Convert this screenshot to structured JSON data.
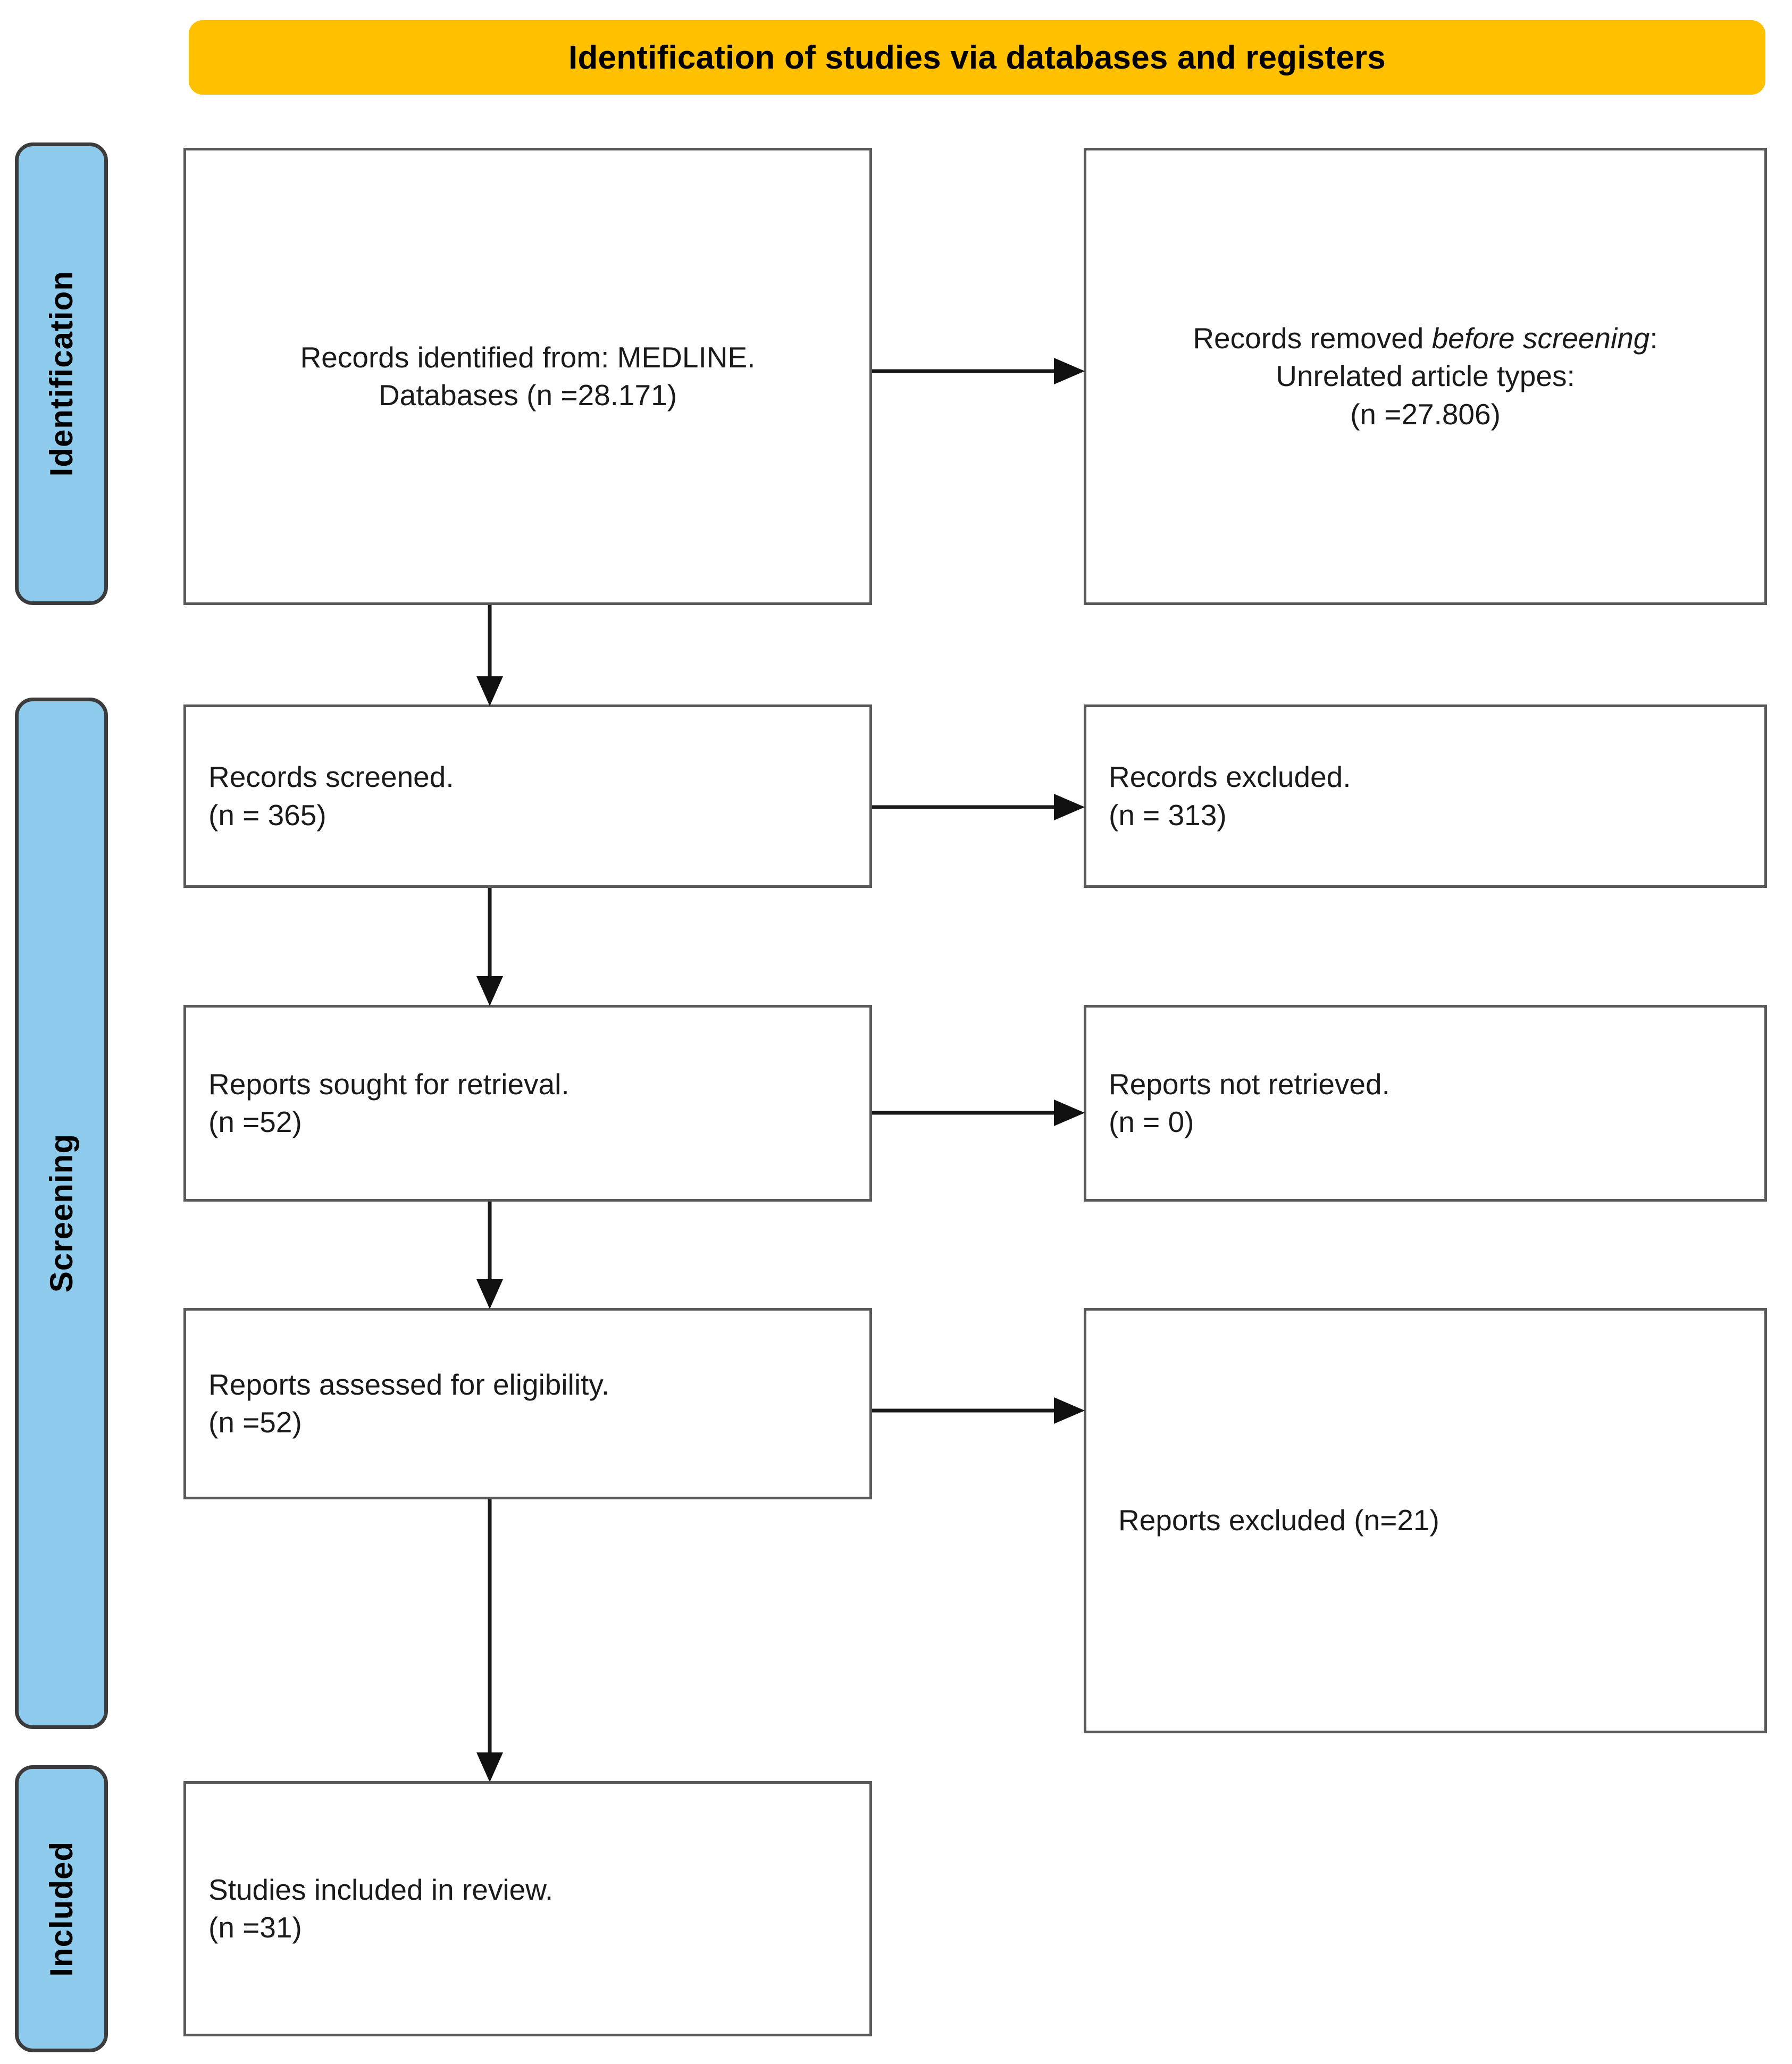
{
  "header": {
    "title": "Identification of studies via databases and registers",
    "color": "#FFC000"
  },
  "stages": {
    "accent_color": "#8ECAEC",
    "identification": "Identification",
    "screening": "Screening",
    "included": "Included"
  },
  "boxes": {
    "identified": {
      "line1": "Records identified from: MEDLINE.",
      "line2": "Databases (n =28.171)"
    },
    "removed": {
      "line1_prefix": "Records removed ",
      "line1_em": "before screening",
      "line1_suffix": ":",
      "line2": "Unrelated article types:",
      "line3": "(n =27.806)"
    },
    "screened": {
      "line1": "Records screened.",
      "line2": "(n = 365)"
    },
    "records_excluded": {
      "line1": "Records excluded.",
      "line2": "(n = 313)"
    },
    "sought": {
      "line1": "Reports sought for retrieval.",
      "line2": "(n =52)"
    },
    "not_retrieved": {
      "line1": "Reports not retrieved.",
      "line2": "(n = 0)"
    },
    "assessed": {
      "line1": "Reports assessed for eligibility.",
      "line2": "(n =52)"
    },
    "reports_excluded": {
      "line1": "Reports excluded (n=21)"
    },
    "included": {
      "line1": "Studies included in review.",
      "line2": "(n =31)"
    }
  },
  "connectors": {
    "identified_to_removed": "arrow-right",
    "identified_to_screened": "arrow-down",
    "screened_to_records_excluded": "arrow-right",
    "screened_to_sought": "arrow-down",
    "sought_to_not_retrieved": "arrow-right",
    "sought_to_assessed": "arrow-down",
    "assessed_to_reports_excluded": "arrow-right",
    "assessed_to_included": "arrow-down"
  },
  "chart_data": {
    "type": "diagram",
    "title": "Identification of studies via databases and registers",
    "nodes": [
      {
        "id": "identified",
        "stage": "Identification",
        "label": "Records identified from: MEDLINE. Databases",
        "n": 28171
      },
      {
        "id": "removed",
        "stage": "Identification",
        "label": "Records removed before screening: Unrelated article types",
        "n": 27806
      },
      {
        "id": "screened",
        "stage": "Screening",
        "label": "Records screened",
        "n": 365
      },
      {
        "id": "records_excluded",
        "stage": "Screening",
        "label": "Records excluded",
        "n": 313
      },
      {
        "id": "sought",
        "stage": "Screening",
        "label": "Reports sought for retrieval",
        "n": 52
      },
      {
        "id": "not_retrieved",
        "stage": "Screening",
        "label": "Reports not retrieved",
        "n": 0
      },
      {
        "id": "assessed",
        "stage": "Screening",
        "label": "Reports assessed for eligibility",
        "n": 52
      },
      {
        "id": "reports_excluded",
        "stage": "Screening",
        "label": "Reports excluded",
        "n": 21
      },
      {
        "id": "included",
        "stage": "Included",
        "label": "Studies included in review",
        "n": 31
      }
    ],
    "edges": [
      {
        "from": "identified",
        "to": "removed",
        "direction": "right"
      },
      {
        "from": "identified",
        "to": "screened",
        "direction": "down"
      },
      {
        "from": "screened",
        "to": "records_excluded",
        "direction": "right"
      },
      {
        "from": "screened",
        "to": "sought",
        "direction": "down"
      },
      {
        "from": "sought",
        "to": "not_retrieved",
        "direction": "right"
      },
      {
        "from": "sought",
        "to": "assessed",
        "direction": "down"
      },
      {
        "from": "assessed",
        "to": "reports_excluded",
        "direction": "right"
      },
      {
        "from": "assessed",
        "to": "included",
        "direction": "down"
      }
    ]
  }
}
